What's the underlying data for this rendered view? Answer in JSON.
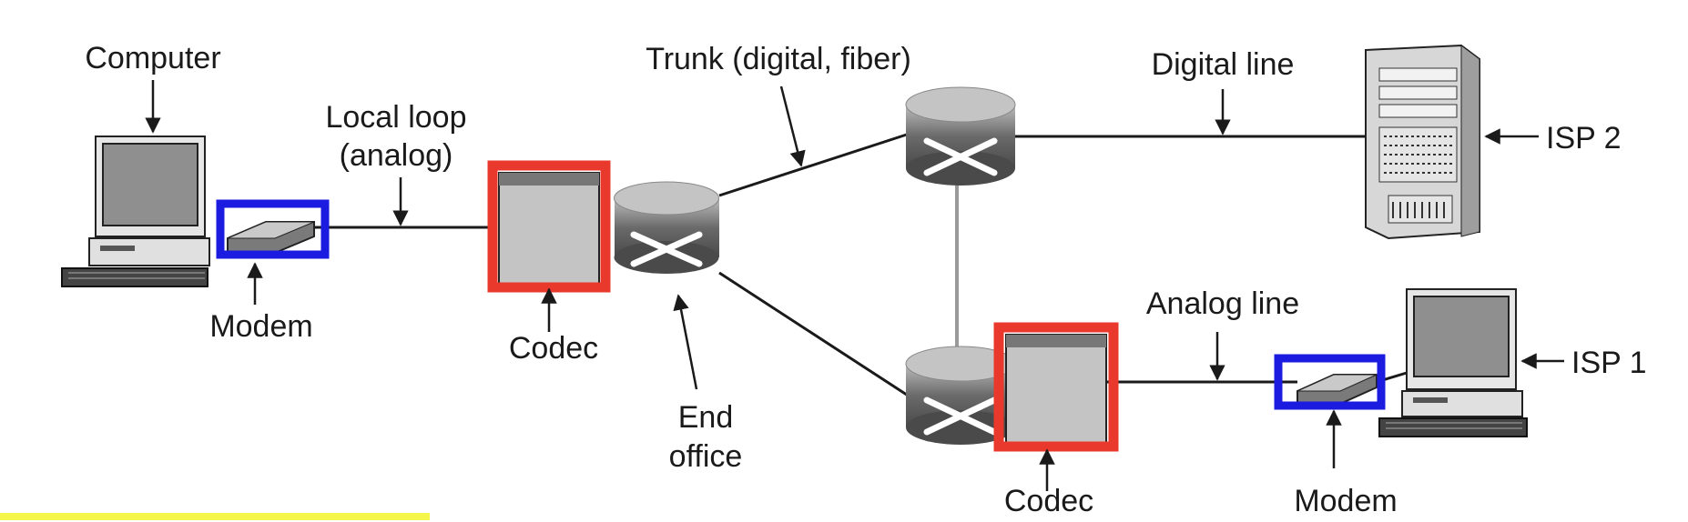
{
  "labels": {
    "computer": "Computer",
    "local_loop_1": "Local loop",
    "local_loop_2": "(analog)",
    "trunk": "Trunk (digital, fiber)",
    "digital_line": "Digital line",
    "isp2": "ISP 2",
    "modem_left": "Modem",
    "codec_left": "Codec",
    "end_office_1": "End",
    "end_office_2": "office",
    "analog_line": "Analog line",
    "isp1": "ISP 1",
    "codec_right": "Codec",
    "modem_right": "Modem"
  },
  "colors": {
    "codec_highlight": "#e8392c",
    "modem_highlight": "#1c1ce0",
    "underline_highlight": "#f5f54a"
  }
}
